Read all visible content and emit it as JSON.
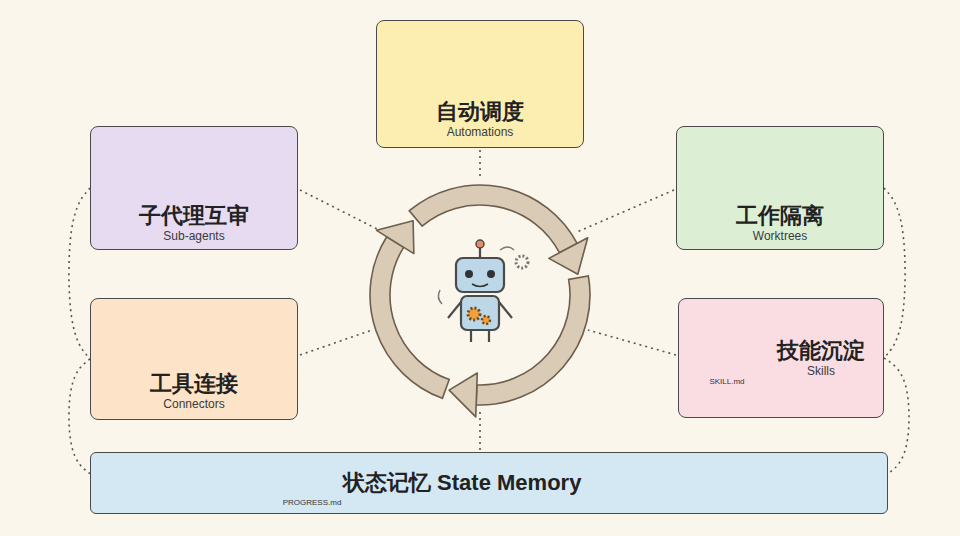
{
  "diagram": {
    "nodes": [
      {
        "text": [
          "自动调度",
          "Automations"
        ]
      },
      {
        "text": [
          "子代理互审",
          "Sub-agents"
        ]
      },
      {
        "text": [
          "工作隔离",
          "Worktrees"
        ]
      },
      {
        "text": [
          "工具连接",
          "Connectors"
        ]
      },
      {
        "text": [
          "技能沉淀",
          "Skills"
        ]
      },
      {
        "text": [
          "状态记忆 State Memory"
        ]
      }
    ],
    "edges": [
      {
        "from": 1,
        "to": 3,
        "arrow": "none"
      },
      {
        "from": 3,
        "to": 5,
        "arrow": "none"
      },
      {
        "from": 2,
        "to": 4,
        "arrow": "none"
      },
      {
        "from": 4,
        "to": 5,
        "arrow": "none"
      }
    ],
    "labels": [
      "PROGRESS.md",
      "SKILL.md"
    ]
  }
}
